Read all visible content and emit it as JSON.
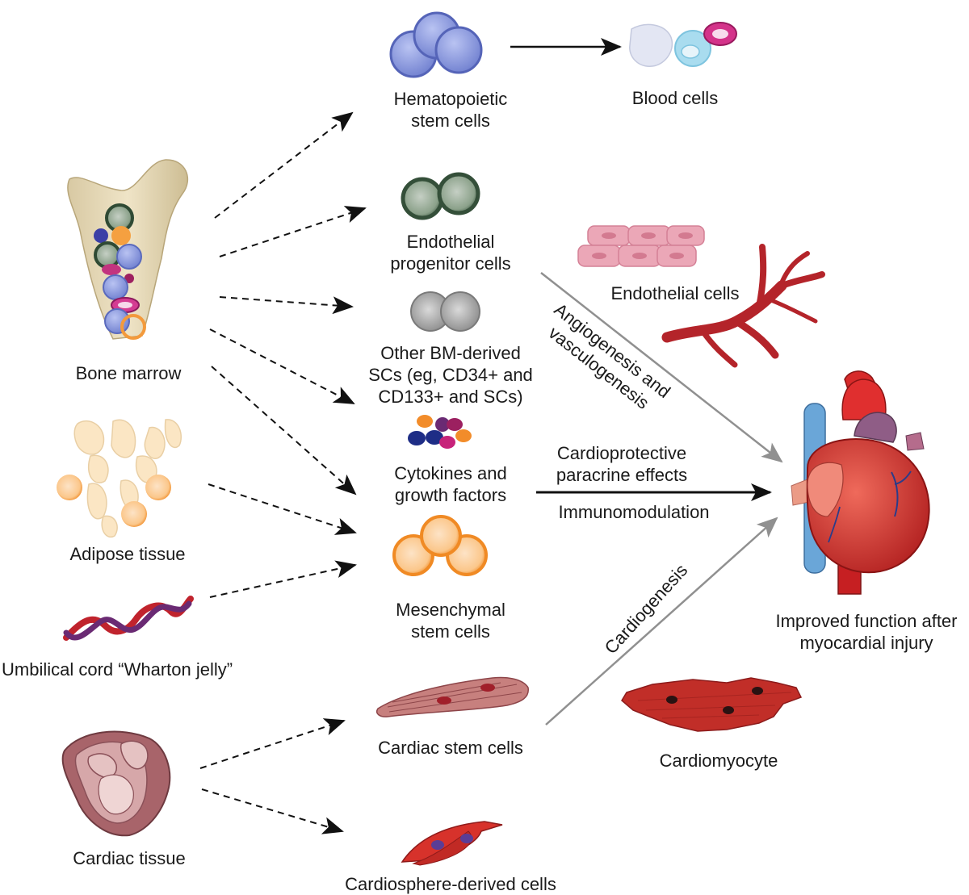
{
  "sources": {
    "bone_marrow": "Bone marrow",
    "adipose": "Adipose tissue",
    "umbilical": "Umbilical cord “Wharton jelly”",
    "cardiac_tissue": "Cardiac tissue"
  },
  "stem_cells": {
    "hematopoietic": [
      "Hematopoietic",
      "stem cells"
    ],
    "endothelial_progenitor": [
      "Endothelial",
      "progenitor cells"
    ],
    "other_bm": [
      "Other BM-derived",
      "SCs (eg, CD34+ and",
      "CD133+ and SCs)"
    ],
    "cytokines": [
      "Cytokines and",
      "growth factors"
    ],
    "mesenchymal": [
      "Mesenchymal",
      "stem cells"
    ],
    "cardiac_stem": "Cardiac stem cells",
    "cardiosphere": "Cardiosphere-derived cells"
  },
  "outcomes": {
    "blood_cells": "Blood cells",
    "endothelial_cells": "Endothelial cells",
    "cardiomyocyte": "Cardiomyocyte",
    "improved_function": [
      "Improved function after",
      "myocardial injury"
    ]
  },
  "mechanisms": {
    "angiogenesis": [
      "Angiogenesis and",
      "vasculogenesis"
    ],
    "cardioprotective": [
      "Cardioprotective",
      "paracrine effects"
    ],
    "immunomodulation": "Immunomodulation",
    "cardiogenesis": "Cardiogenesis"
  },
  "colors": {
    "hematopoietic": "#6f7fcf",
    "endothelial_progenitor": "#56705a",
    "other_bm": "#9a9a9a",
    "mesenchymal": "#f39a3c",
    "endothelial_cells": "#e7a3b4",
    "vessel": "#b4242a",
    "cardiomyocyte": "#b52a24",
    "heart": "#cf2f2c",
    "arrow_gray": "#909090",
    "arrow_black": "#111111"
  }
}
